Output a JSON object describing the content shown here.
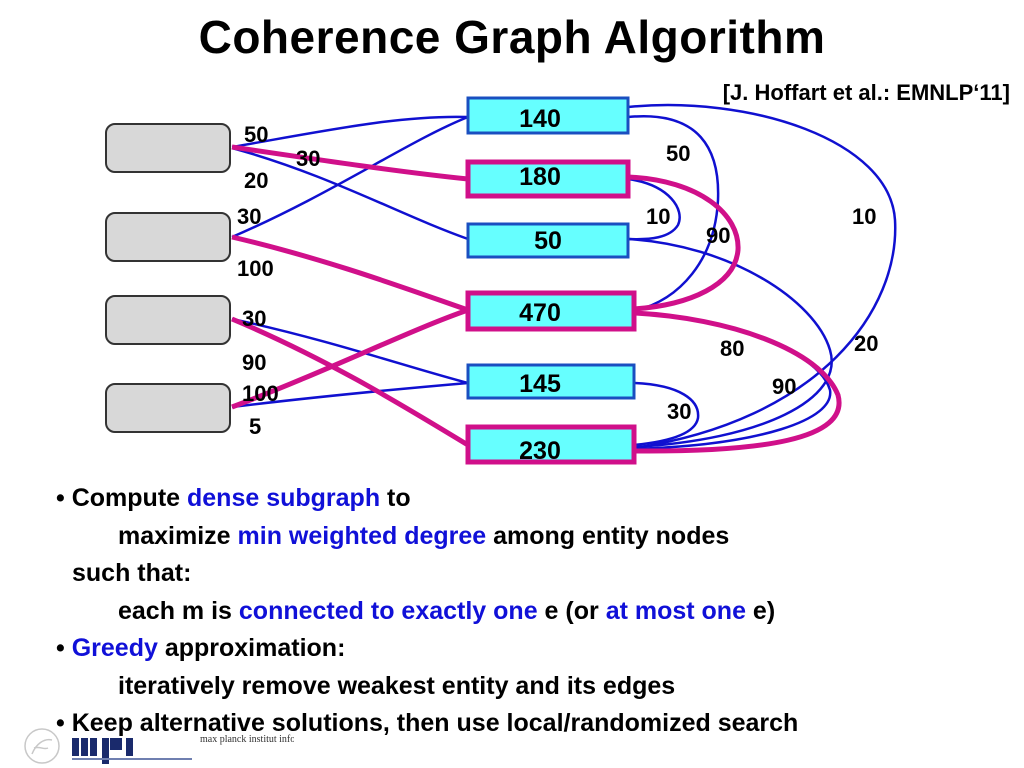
{
  "title": "Coherence Graph Algorithm",
  "citation": "[J. Hoffart et al.: EMNLP‘11]",
  "colors": {
    "entity_fill": "#66ffff",
    "entity_border_blue": "#1a4fc0",
    "entity_border_pink": "#d0108a",
    "mention_fill": "#d8d8d8",
    "edge_blue": "#1010d0",
    "edge_pink": "#d0108a",
    "highlight": "#1010d8"
  },
  "graph": {
    "mentions": [
      "",
      "",
      "",
      ""
    ],
    "entities": [
      {
        "id": "e1",
        "label": "140",
        "selected": false
      },
      {
        "id": "e2",
        "label": "180",
        "selected": true
      },
      {
        "id": "e3",
        "label": "50",
        "selected": false
      },
      {
        "id": "e4",
        "label": "470",
        "selected": true
      },
      {
        "id": "e5",
        "label": "145",
        "selected": false
      },
      {
        "id": "e6",
        "label": "230",
        "selected": true
      }
    ],
    "mention_entity_edges": [
      {
        "from": 0,
        "to": 0,
        "weight": "50",
        "selected": false
      },
      {
        "from": 0,
        "to": 1,
        "weight": "30",
        "selected": true
      },
      {
        "from": 0,
        "to": 2,
        "weight": "20",
        "selected": false
      },
      {
        "from": 1,
        "to": 0,
        "weight": "30",
        "selected": false
      },
      {
        "from": 1,
        "to": 3,
        "weight": "100",
        "selected": true
      },
      {
        "from": 2,
        "to": 4,
        "weight": "30",
        "selected": false
      },
      {
        "from": 2,
        "to": 5,
        "weight": "90",
        "selected": true
      },
      {
        "from": 3,
        "to": 3,
        "weight": "100",
        "selected": true
      },
      {
        "from": 3,
        "to": 4,
        "weight": "5",
        "selected": false
      }
    ],
    "entity_entity_edges": [
      {
        "a": 0,
        "b": 3,
        "weight": "50",
        "selected": false
      },
      {
        "a": 1,
        "b": 2,
        "weight": "10",
        "selected": false
      },
      {
        "a": 1,
        "b": 3,
        "weight": "90",
        "selected": true
      },
      {
        "a": 0,
        "b": 5,
        "weight": "10",
        "selected": false
      },
      {
        "a": 3,
        "b": 5,
        "weight": "80",
        "selected": true
      },
      {
        "a": 2,
        "b": 5,
        "weight": "20",
        "selected": false
      },
      {
        "a": 3,
        "b": 5,
        "weight": "90",
        "selected": false
      },
      {
        "a": 4,
        "b": 5,
        "weight": "30",
        "selected": false
      }
    ]
  },
  "bullets": {
    "b1": {
      "marker": "•",
      "pre": "Compute ",
      "hl": "dense subgraph",
      "post": " to"
    },
    "b1_line2": {
      "pre": "maximize ",
      "hl": "min weighted degree",
      "post": " among entity nodes"
    },
    "b1_line3": {
      "text": "such that:"
    },
    "b1_line4": {
      "pre": "each m is ",
      "hl1": "connected to exactly one",
      "mid": " e (or ",
      "hl2": "at most one",
      "post": " e)"
    },
    "b2": {
      "marker": "•",
      "hl": "Greedy",
      "post": " approximation:"
    },
    "b2_line2": {
      "text": "iteratively remove weakest entity and its edges"
    },
    "b3": {
      "marker": "•",
      "text": "Keep alternative solutions, then use local/randomized search"
    }
  },
  "logo": {
    "text": "max planck institut informatik"
  }
}
